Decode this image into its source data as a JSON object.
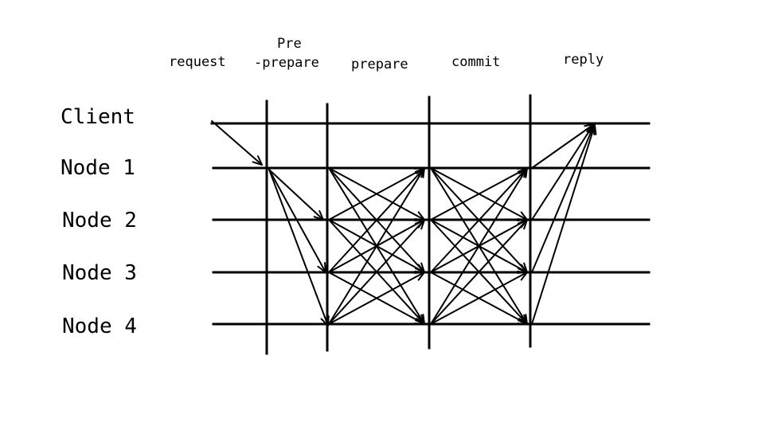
{
  "phases": {
    "request": "request",
    "preprepare_line1": "Pre",
    "preprepare_line2": "-prepare",
    "prepare": "prepare",
    "commit": "commit",
    "reply": "reply"
  },
  "nodes": {
    "client": "Client",
    "node1": "Node 1",
    "node2": "Node 2",
    "node3": "Node 3",
    "node4": "Node 4"
  }
}
